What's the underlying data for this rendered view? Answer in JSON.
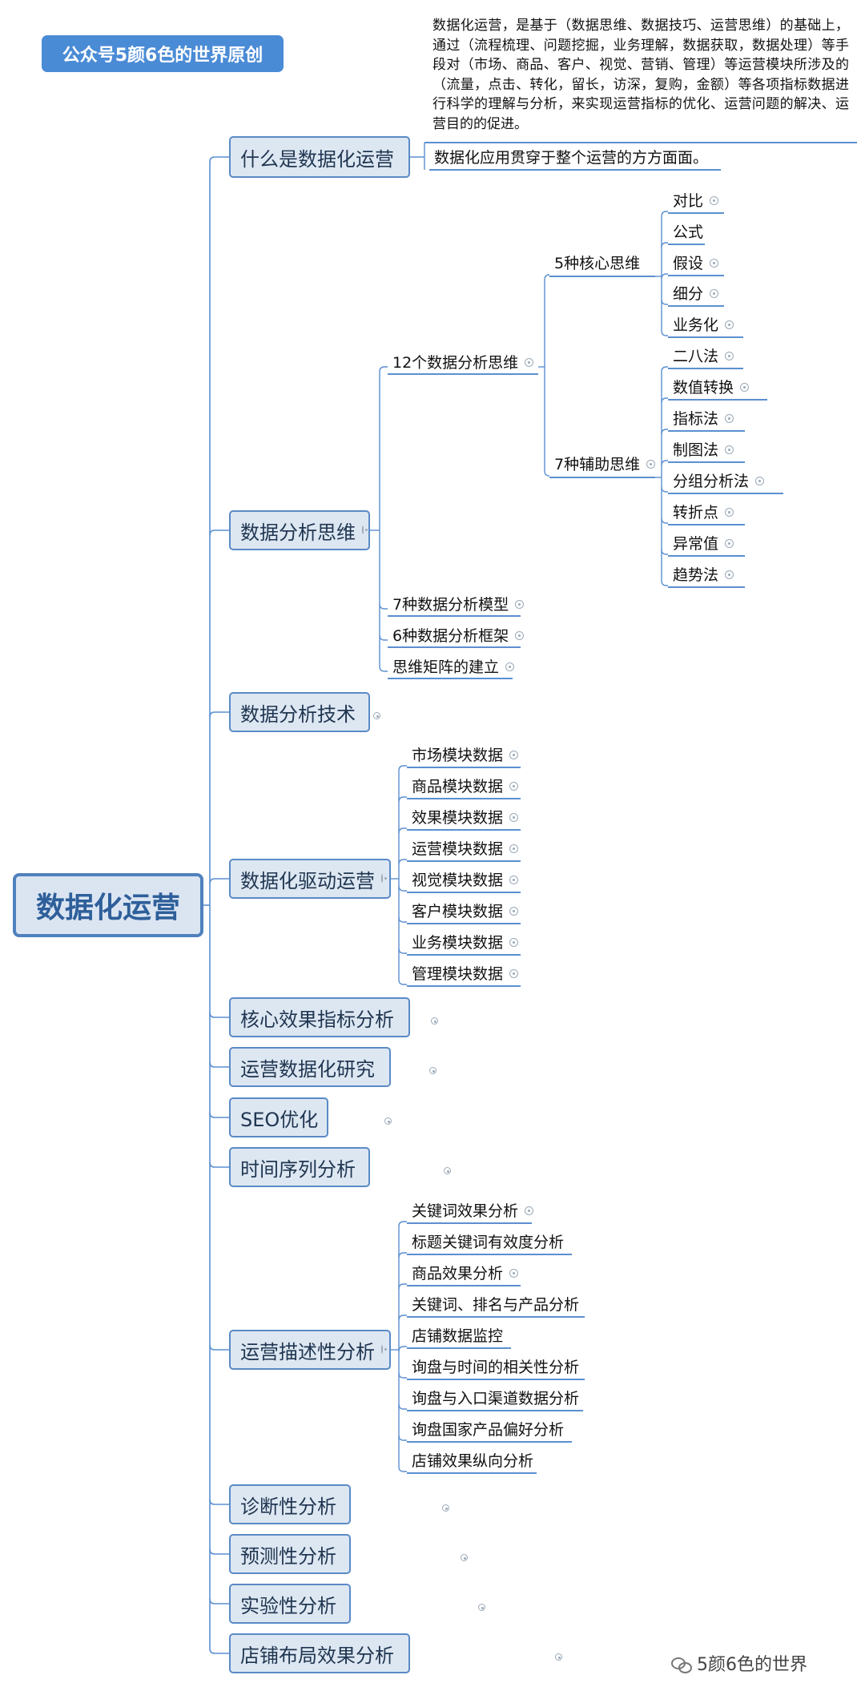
{
  "badge": "公众号5颜6色的世界原创",
  "root": "数据化运营",
  "watermark": "5颜6色的世界",
  "definition": "数据化运营，是基于（数据思维、数据技巧、运营思维）的基础上，通过（流程梳理、问题挖掘，业务理解，数据获取，数据处理）等手段对（市场、商品、客户、视觉、营销、管理）等运营模块所涉及的（流量，点击、转化，留长，访深，复购，金额）等各项指标数据进行科学的理解与分析，来实现运营指标的优化、运营问题的解决、运营目的的促进。",
  "definition_note": "数据化应用贯穿于整个运营的方方面面。",
  "branches": [
    "什么是数据化运营",
    "数据分析思维",
    "数据分析技术",
    "数据化驱动运营",
    "核心效果指标分析",
    "运营数据化研究",
    "SEO优化",
    "时间序列分析",
    "运营描述性分析",
    "诊断性分析",
    "预测性分析",
    "实验性分析",
    "店铺布局效果分析"
  ],
  "thinking": {
    "main": "12个数据分析思维",
    "core": "5种核心思维",
    "core_items": [
      "对比",
      "公式",
      "假设",
      "细分",
      "业务化"
    ],
    "aux": "7种辅助思维",
    "aux_items": [
      "二八法",
      "数值转换",
      "指标法",
      "制图法",
      "分组分析法",
      "转折点",
      "异常值",
      "趋势法"
    ],
    "others": [
      "7种数据分析模型",
      "6种数据分析框架",
      "思维矩阵的建立"
    ]
  },
  "driving": [
    "市场模块数据",
    "商品模块数据",
    "效果模块数据",
    "运营模块数据",
    "视觉模块数据",
    "客户模块数据",
    "业务模块数据",
    "管理模块数据"
  ],
  "descriptive": [
    "关键词效果分析",
    "标题关键词有效度分析",
    "商品效果分析",
    "关键词、排名与产品分析",
    "店铺数据监控",
    "询盘与时间的相关性分析",
    "询盘与入口渠道数据分析",
    "询盘国家产品偏好分析",
    "店铺效果纵向分析"
  ]
}
